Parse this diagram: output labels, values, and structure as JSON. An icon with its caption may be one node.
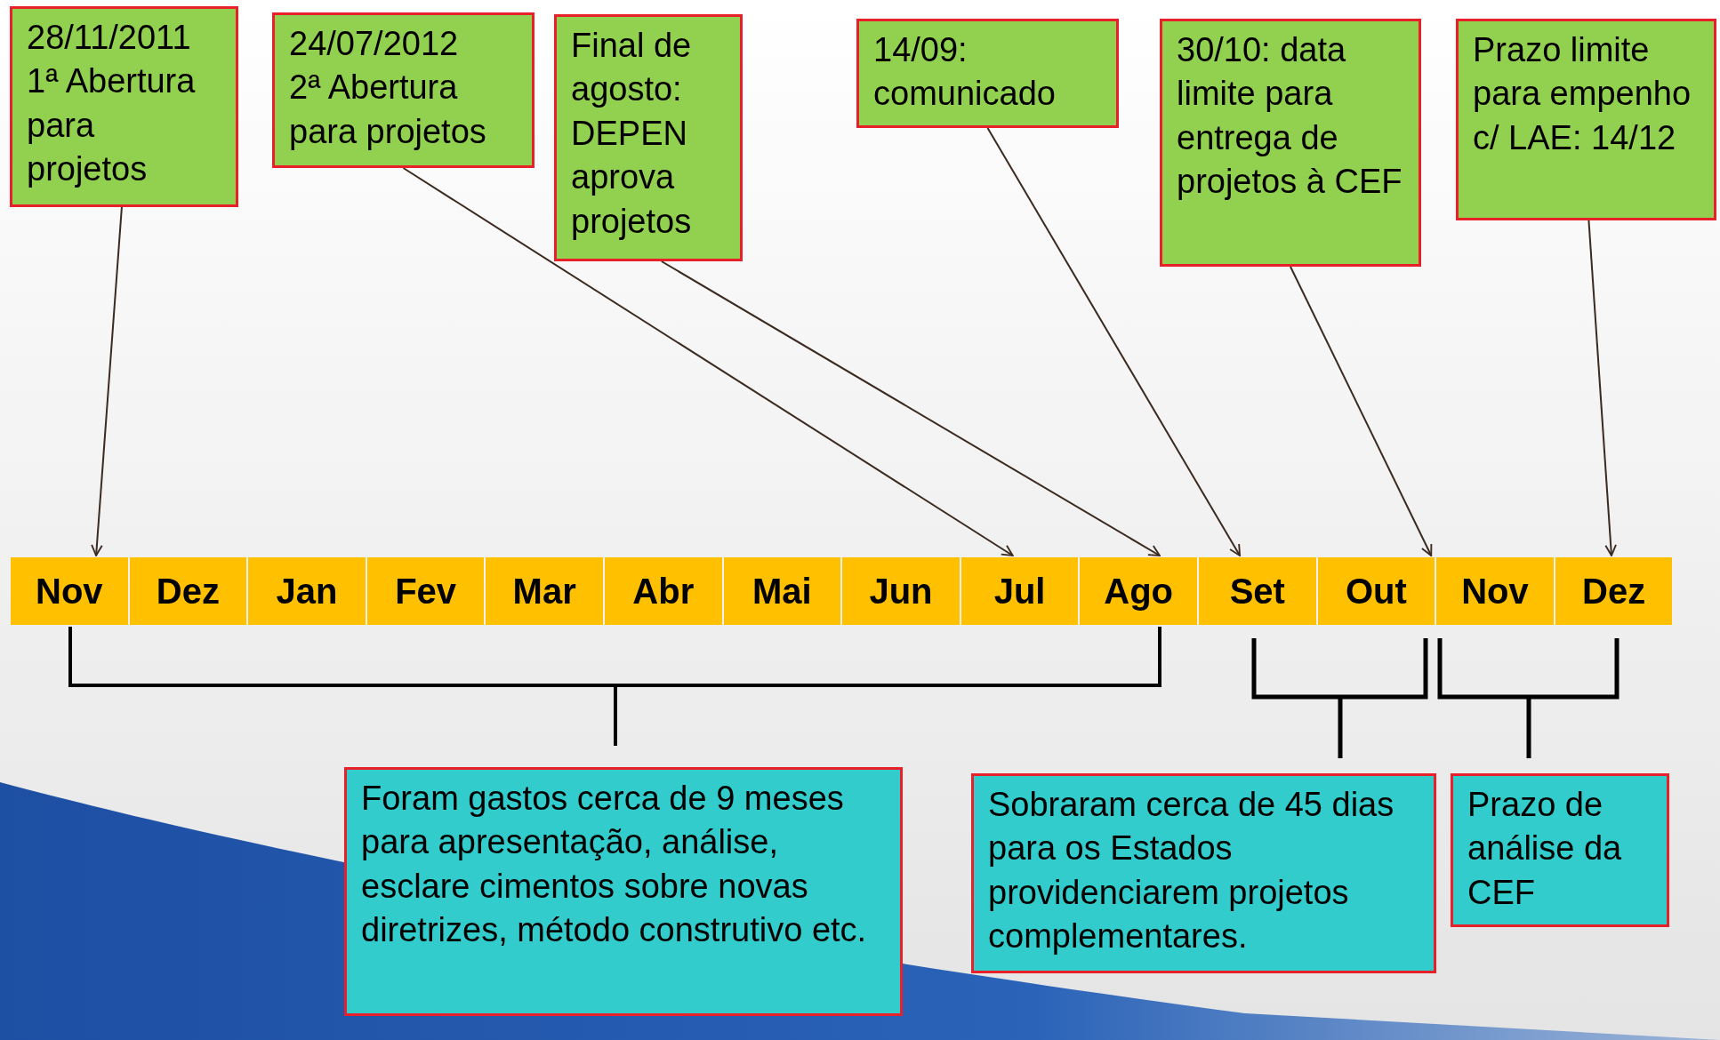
{
  "diagram": {
    "nodes": [
      {
        "text": [
          "28/11/2011",
          "1ª Abertura para projetos"
        ]
      },
      {
        "text": [
          "24/07/2012",
          "2ª Abertura para projetos"
        ]
      },
      {
        "text": [
          "Final de agosto: DEPEN aprova projetos"
        ]
      },
      {
        "text": [
          "14/09: comunicado"
        ]
      },
      {
        "text": [
          "30/10: data limite para entrega de projetos à CEF"
        ]
      },
      {
        "text": [
          "Prazo limite para empenho c/ LAE: 14/12"
        ]
      },
      {
        "text": [
          "Nov"
        ]
      },
      {
        "text": [
          "Dez"
        ]
      },
      {
        "text": [
          "Jan"
        ]
      },
      {
        "text": [
          "Fev"
        ]
      },
      {
        "text": [
          "Mar"
        ]
      },
      {
        "text": [
          "Abr"
        ]
      },
      {
        "text": [
          "Mai"
        ]
      },
      {
        "text": [
          "Jun"
        ]
      },
      {
        "text": [
          "Jul"
        ]
      },
      {
        "text": [
          "Ago"
        ]
      },
      {
        "text": [
          "Set"
        ]
      },
      {
        "text": [
          "Out"
        ]
      },
      {
        "text": [
          "Nov"
        ]
      },
      {
        "text": [
          "Dez"
        ]
      },
      {
        "text": [
          "Foram gastos cerca de 9 meses para apresentação, análise, esclare cimentos sobre novas diretrizes, método construtivo etc."
        ]
      },
      {
        "text": [
          "Sobraram cerca de 45 dias para os Estados providenciarem projetos complementares."
        ]
      },
      {
        "text": [
          "Prazo de análise da CEF"
        ]
      }
    ],
    "edges": [
      {
        "from": 0,
        "to": 6,
        "arrow": "to"
      },
      {
        "from": 1,
        "to": 14,
        "arrow": "to"
      },
      {
        "from": 2,
        "to": 15,
        "arrow": "to"
      },
      {
        "from": 3,
        "to": 16,
        "arrow": "to"
      },
      {
        "from": 4,
        "to": 17,
        "arrow": "to"
      },
      {
        "from": 5,
        "to": 19,
        "arrow": "to"
      }
    ]
  }
}
